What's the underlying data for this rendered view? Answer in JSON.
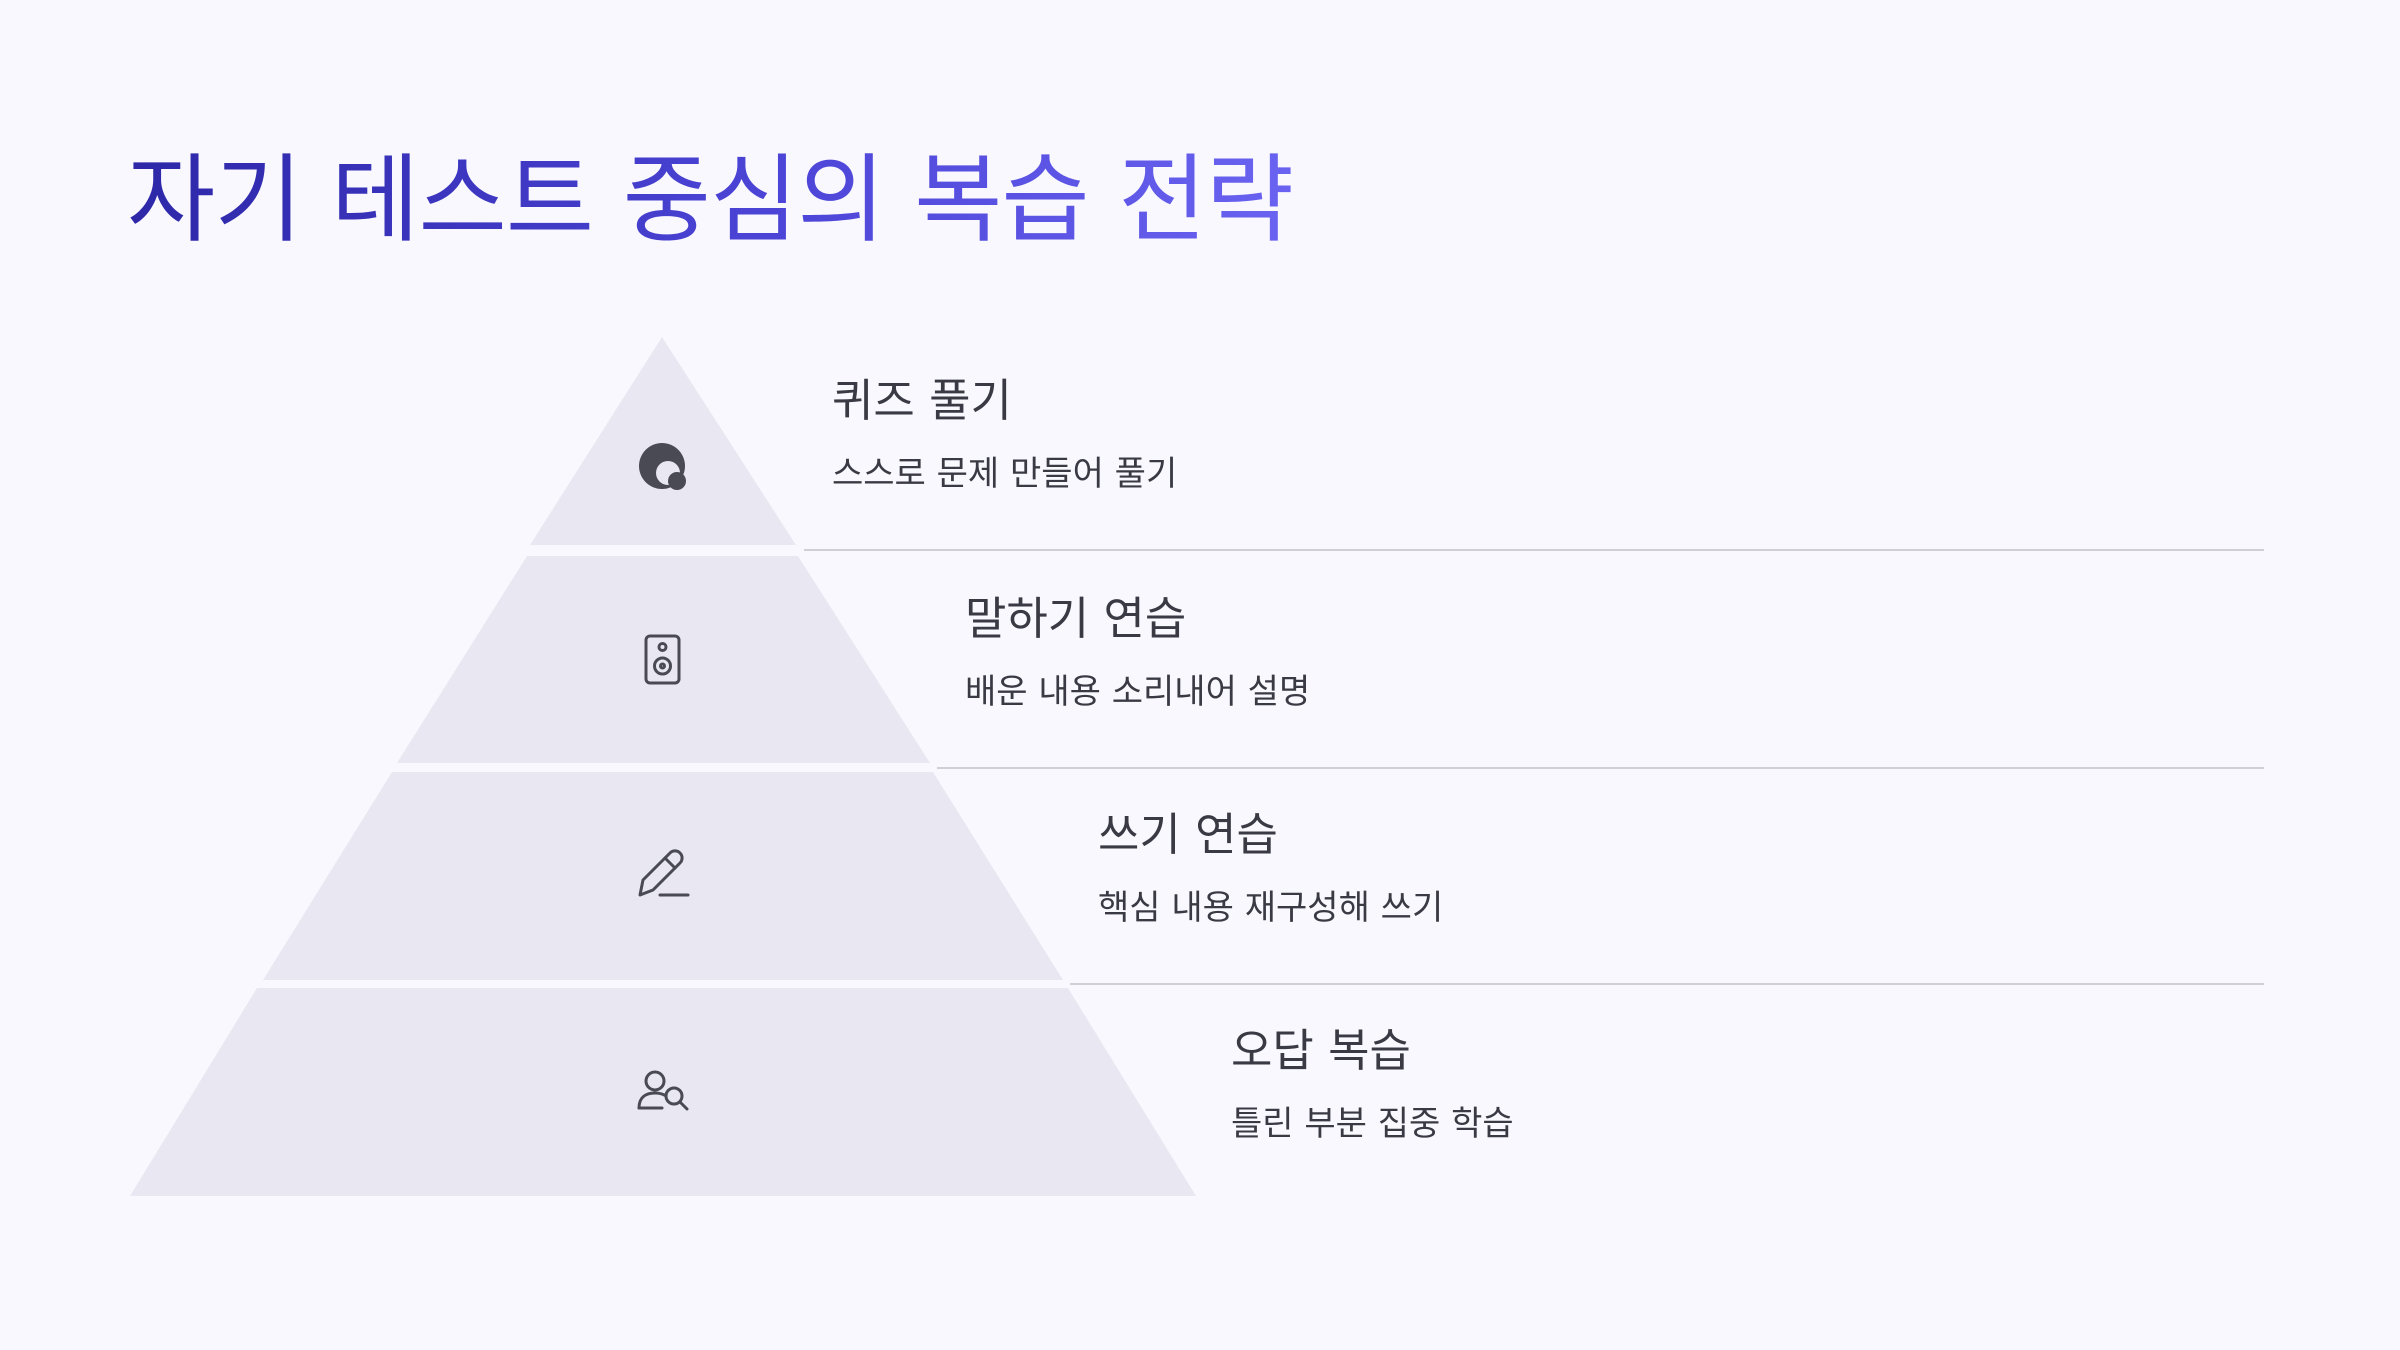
{
  "title": "자기 테스트 중심의 복습 전략",
  "tiers": [
    {
      "heading": "퀴즈 풀기",
      "description": "스스로 문제 만들어 풀기",
      "icon": "quiz-icon"
    },
    {
      "heading": "말하기 연습",
      "description": "배운 내용 소리내어 설명",
      "icon": "speaker-icon"
    },
    {
      "heading": "쓰기 연습",
      "description": "핵심 내용 재구성해 쓰기",
      "icon": "pencil-icon"
    },
    {
      "heading": "오답 복습",
      "description": "틀린 부분 집중 학습",
      "icon": "user-search-icon"
    }
  ],
  "colors": {
    "background": "#f9f8fe",
    "tier_fill": "#e9e7f1",
    "title_gradient_start": "#2d27a8",
    "title_gradient_end": "#6a62f0",
    "text": "#3a3a44",
    "divider": "#cfcfd6"
  }
}
